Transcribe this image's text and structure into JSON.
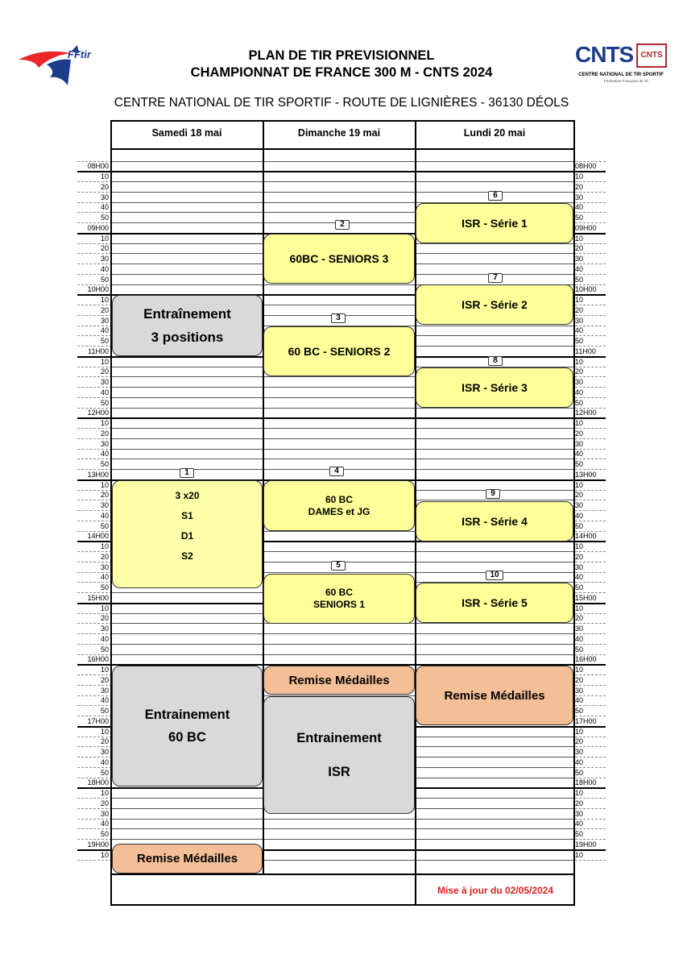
{
  "header": {
    "title_line1": "PLAN DE TIR PREVISIONNEL",
    "title_line2": "CHAMPIONNAT DE FRANCE 300 M - CNTS 2024",
    "subtitle": "CENTRE NATIONAL DE TIR SPORTIF - ROUTE DE LIGNIÈRES - 36130 DÉOLS"
  },
  "logos": {
    "fftir": "FFtir",
    "cnts": "CNTS",
    "cnts_badge": "CNTS",
    "cnts_caption": "CENTRE NATIONAL DE TIR SPORTIF",
    "cnts_subcaption": "Fédération Française de Tir"
  },
  "days": [
    "Samedi 18 mai",
    "Dimanche 19 mai",
    "Lundi 20 mai"
  ],
  "row_labels": [
    "08H00",
    "10",
    "20",
    "30",
    "40",
    "50",
    "09H00",
    "10",
    "20",
    "30",
    "40",
    "50",
    "10H00",
    "10",
    "20",
    "30",
    "40",
    "50",
    "11H00",
    "10",
    "20",
    "30",
    "40",
    "50",
    "12H00",
    "10",
    "20",
    "30",
    "40",
    "50",
    "13H00",
    "10",
    "20",
    "30",
    "40",
    "50",
    "14H00",
    "10",
    "20",
    "30",
    "40",
    "50",
    "15H00",
    "10",
    "20",
    "30",
    "40",
    "50",
    "16H00",
    "10",
    "20",
    "30",
    "40",
    "50",
    "17H00",
    "10",
    "20",
    "30",
    "40",
    "50",
    "18H00",
    "10",
    "20",
    "30",
    "40",
    "50",
    "19H00",
    "10"
  ],
  "blocks": {
    "sat_training_3pos": {
      "line1": "Entraînement",
      "line2": "3 positions"
    },
    "sat_3x20": {
      "line1": "3 x20",
      "line2": "S1",
      "line3": "D1",
      "line4": "S2"
    },
    "sat_training_60bc": {
      "line1": "Entrainement",
      "line2": "60 BC"
    },
    "sat_medals": "Remise Médailles",
    "sun_seniors3": "60BC - SENIORS 3",
    "sun_seniors2": "60 BC - SENIORS 2",
    "sun_dames": {
      "line1": "60 BC",
      "line2": "DAMES et JG"
    },
    "sun_seniors1": {
      "line1": "60 BC",
      "line2": "SENIORS 1"
    },
    "sun_medals": "Remise Médailles",
    "sun_training_isr": {
      "line1": "Entrainement",
      "line2": "ISR"
    },
    "mon_isr1": "ISR - Série 1",
    "mon_isr2": "ISR - Série 2",
    "mon_isr3": "ISR - Série 3",
    "mon_isr4": "ISR - Série 4",
    "mon_isr5": "ISR - Série 5",
    "mon_medals": "Remise Médailles"
  },
  "numbers": [
    "1",
    "2",
    "3",
    "4",
    "5",
    "6",
    "7",
    "8",
    "9",
    "10"
  ],
  "update_note": "Mise à jour du 02/05/2024",
  "colors": {
    "yellow": "#ffff99",
    "gray": "#d9d9d9",
    "orange": "#f4bf96",
    "note_red": "#e02020"
  }
}
